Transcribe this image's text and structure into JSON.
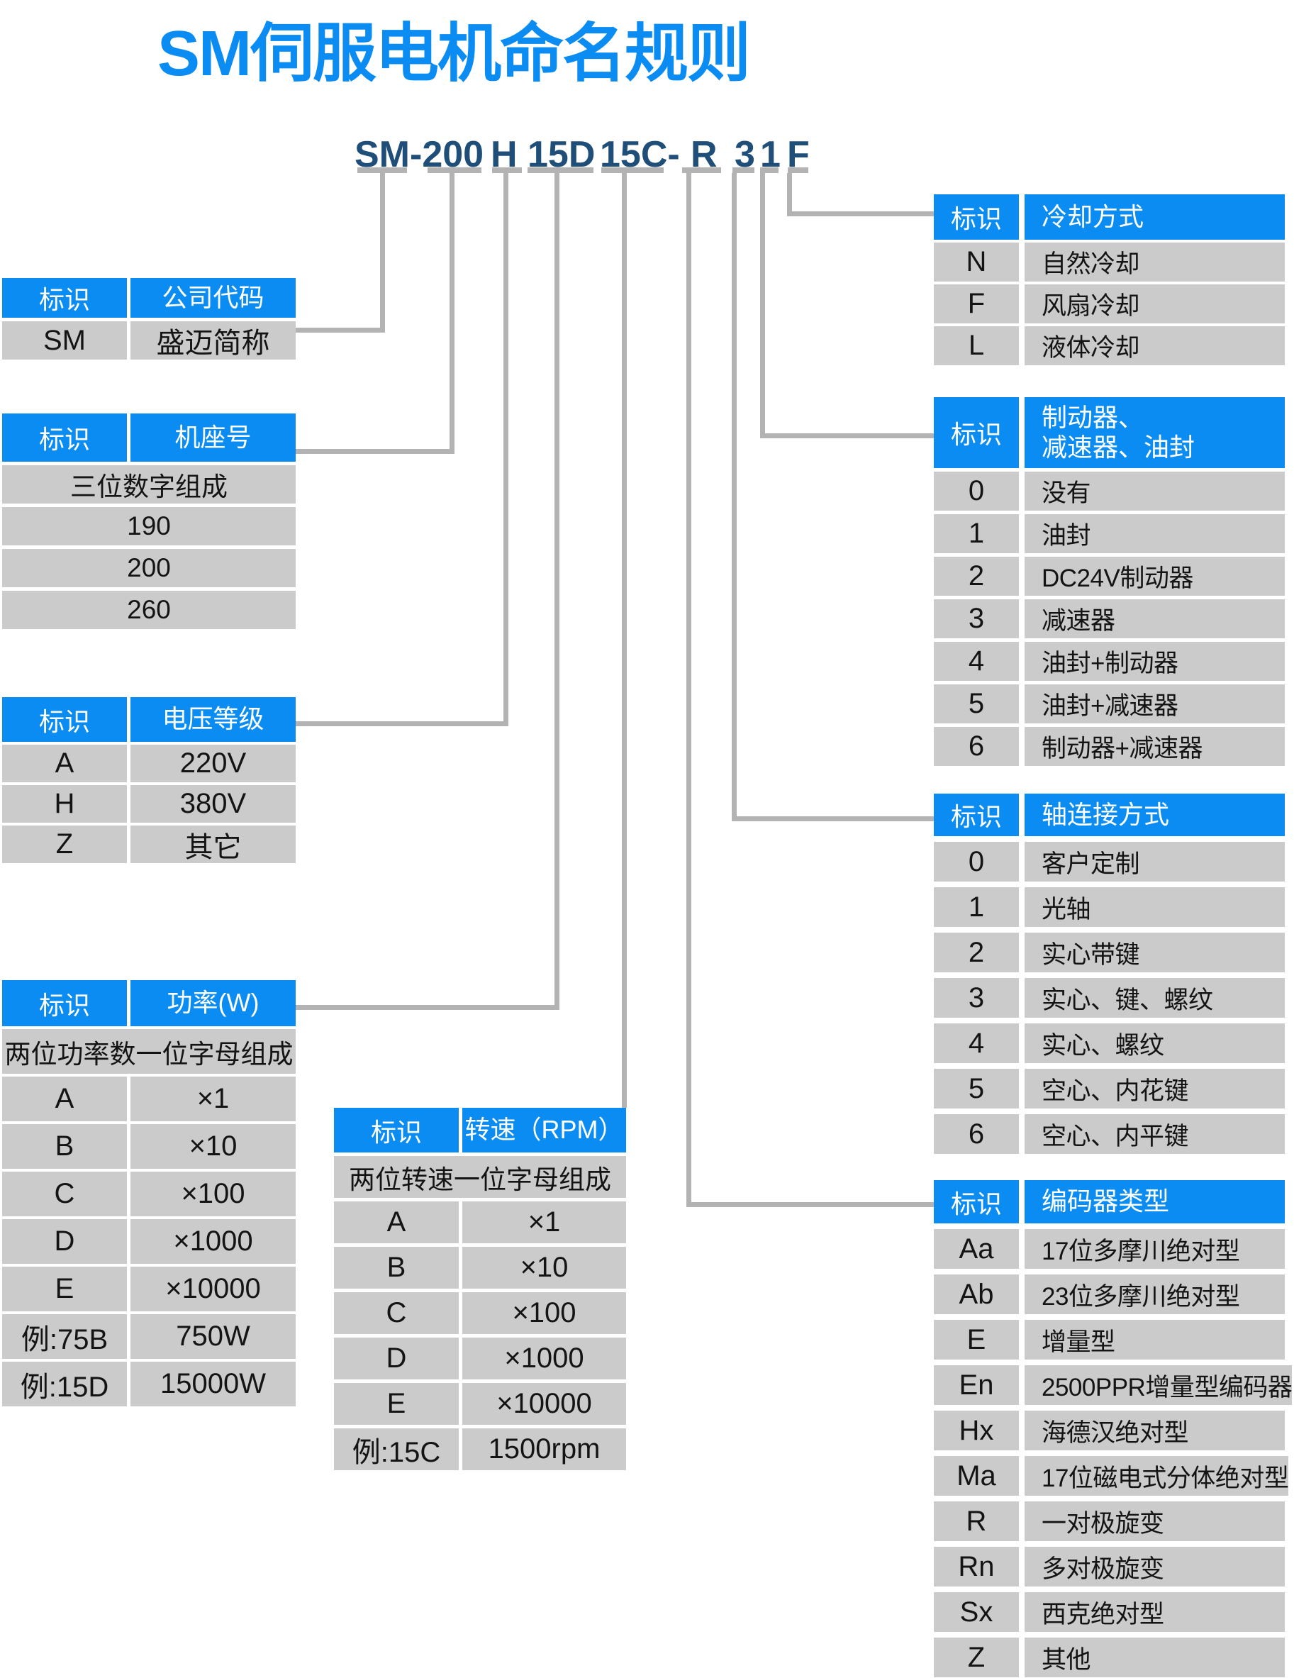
{
  "title": "SM伺服电机命名规则",
  "model": {
    "parts": [
      "SM-200",
      "H",
      "15D",
      "15C-",
      "R",
      "3",
      "1",
      "F"
    ]
  },
  "tables": {
    "company": {
      "header": [
        "标识",
        "公司代码"
      ],
      "rows": [
        [
          "SM",
          "盛迈简称"
        ]
      ]
    },
    "frame": {
      "header": [
        "标识",
        "机座号"
      ],
      "rows": [
        "三位数字组成",
        "190",
        "200",
        "260"
      ]
    },
    "voltage": {
      "header": [
        "标识",
        "电压等级"
      ],
      "rows": [
        [
          "A",
          "220V"
        ],
        [
          "H",
          "380V"
        ],
        [
          "Z",
          "其它"
        ]
      ]
    },
    "power": {
      "header": [
        "标识",
        "功率(W)"
      ],
      "rows": [
        "两位功率数一位字母组成",
        [
          "A",
          "×1"
        ],
        [
          "B",
          "×10"
        ],
        [
          "C",
          "×100"
        ],
        [
          "D",
          "×1000"
        ],
        [
          "E",
          "×10000"
        ],
        [
          "例:75B",
          "750W"
        ],
        [
          "例:15D",
          "15000W"
        ]
      ]
    },
    "speed": {
      "header": [
        "标识",
        "转速（RPM）"
      ],
      "rows": [
        "两位转速一位字母组成",
        [
          "A",
          "×1"
        ],
        [
          "B",
          "×10"
        ],
        [
          "C",
          "×100"
        ],
        [
          "D",
          "×1000"
        ],
        [
          "E",
          "×10000"
        ],
        [
          "例:15C",
          "1500rpm"
        ]
      ]
    },
    "cooling": {
      "header": [
        "标识",
        "冷却方式"
      ],
      "rows": [
        [
          "N",
          "自然冷却"
        ],
        [
          "F",
          "风扇冷却"
        ],
        [
          "L",
          "液体冷却"
        ]
      ]
    },
    "brake": {
      "header": [
        "标识",
        "制动器、\n减速器、油封"
      ],
      "rows": [
        [
          "0",
          "没有"
        ],
        [
          "1",
          "油封"
        ],
        [
          "2",
          "DC24V制动器"
        ],
        [
          "3",
          "减速器"
        ],
        [
          "4",
          "油封+制动器"
        ],
        [
          "5",
          "油封+减速器"
        ],
        [
          "6",
          "制动器+减速器"
        ]
      ]
    },
    "shaft": {
      "header": [
        "标识",
        "轴连接方式"
      ],
      "rows": [
        [
          "0",
          "客户定制"
        ],
        [
          "1",
          "光轴"
        ],
        [
          "2",
          "实心带键"
        ],
        [
          "3",
          "实心、键、螺纹"
        ],
        [
          "4",
          "实心、螺纹"
        ],
        [
          "5",
          "空心、内花键"
        ],
        [
          "6",
          "空心、内平键"
        ]
      ]
    },
    "encoder": {
      "header": [
        "标识",
        "编码器类型"
      ],
      "rows": [
        [
          "Aa",
          "17位多摩川绝对型"
        ],
        [
          "Ab",
          "23位多摩川绝对型"
        ],
        [
          "E",
          "增量型"
        ],
        [
          "En",
          "2500PPR增量型编码器"
        ],
        [
          "Hx",
          "海德汉绝对型"
        ],
        [
          "Ma",
          "17位磁电式分体绝对型"
        ],
        [
          "R",
          "一对极旋变"
        ],
        [
          "Rn",
          "多对极旋变"
        ],
        [
          "Sx",
          "西克绝对型"
        ],
        [
          "Z",
          "其他"
        ]
      ]
    }
  },
  "colors": {
    "accent": "#0b8cf2",
    "model_text": "#1f4e79",
    "row_bg": "#cbcbcb",
    "line": "#b3b3b3"
  }
}
